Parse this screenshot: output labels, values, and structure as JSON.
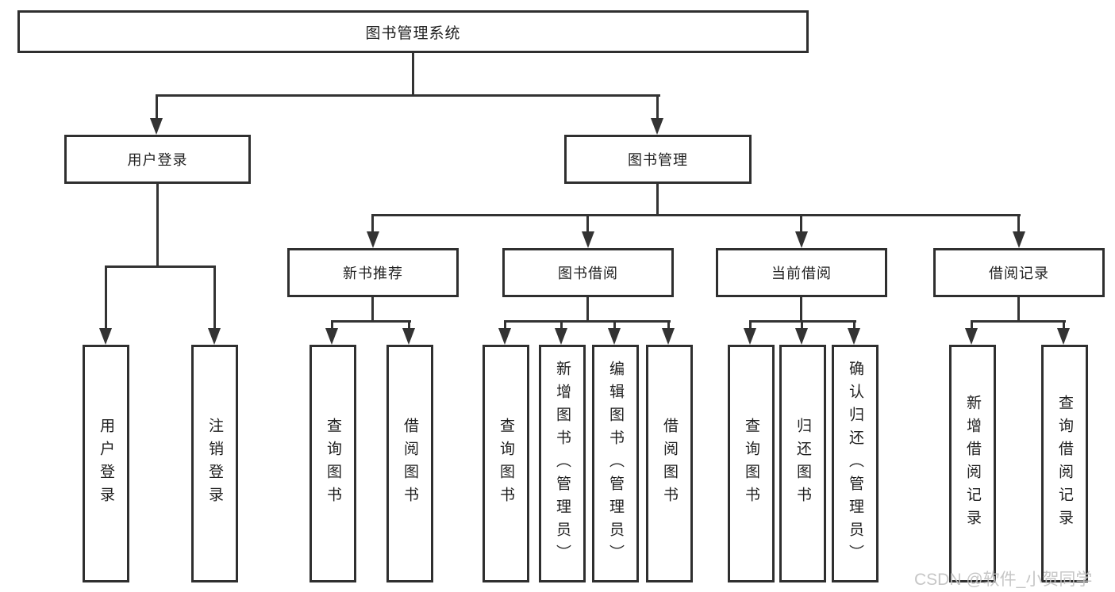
{
  "diagram": {
    "root": "图书管理系统",
    "branches": [
      {
        "label": "用户登录",
        "leaves": [
          "用户登录",
          "注销登录"
        ]
      },
      {
        "label": "图书管理",
        "children": [
          {
            "label": "新书推荐",
            "leaves": [
              "查询图书",
              "借阅图书"
            ]
          },
          {
            "label": "图书借阅",
            "leaves": [
              "查询图书",
              "新增图书（管理员）",
              "编辑图书（管理员）",
              "借阅图书"
            ]
          },
          {
            "label": "当前借阅",
            "leaves": [
              "查询图书",
              "归还图书",
              "确认归还（管理员）"
            ]
          },
          {
            "label": "借阅记录",
            "leaves": [
              "新增借阅记录",
              "查询借阅记录"
            ]
          }
        ]
      }
    ]
  },
  "colors": {
    "line": "#333333",
    "box_border": "#2f2f2f",
    "text": "#1f1f1f",
    "background": "#ffffff",
    "watermark": "#c2c2c2"
  },
  "watermark": "CSDN @软件_小贺同学"
}
